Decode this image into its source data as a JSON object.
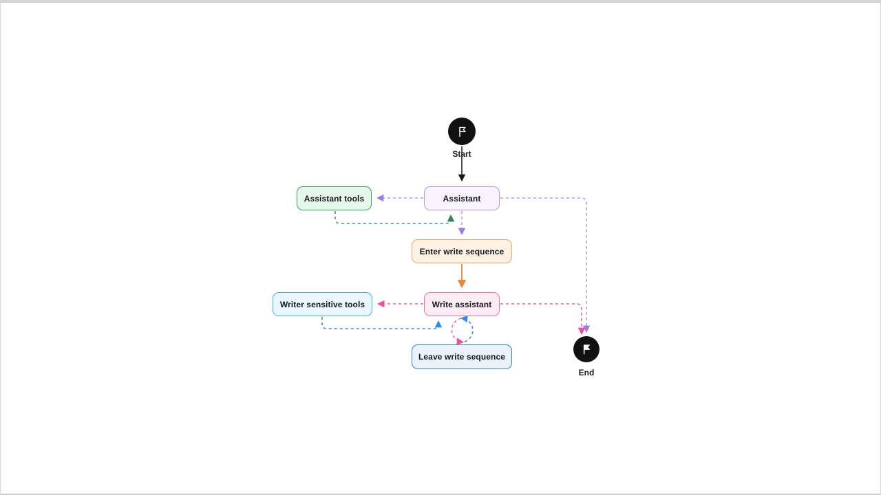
{
  "diagram": {
    "type": "flowchart",
    "nodes": {
      "start": {
        "label": "Start",
        "shape": "circle-flag",
        "color": "#111111"
      },
      "assistant": {
        "label": "Assistant",
        "shape": "rounded-rect",
        "border_color": "#b794f4",
        "fill_color": "#f8f4fe"
      },
      "assistant_tools": {
        "label": "Assistant tools",
        "shape": "rounded-rect",
        "border_color": "#3f9e5a",
        "fill_color": "#e5f7eb"
      },
      "enter_write_sequence": {
        "label": "Enter write sequence",
        "shape": "rounded-rect",
        "border_color": "#f2a45f",
        "fill_color": "#fdf2e4"
      },
      "write_assistant": {
        "label": "Write assistant",
        "shape": "rounded-rect",
        "border_color": "#ef6da0",
        "fill_color": "#fdecf3"
      },
      "writer_sensitive_tools": {
        "label": "Writer sensitive tools",
        "shape": "rounded-rect",
        "border_color": "#41aee8",
        "fill_color": "#e9f6fe"
      },
      "leave_write_sequence": {
        "label": "Leave write sequence",
        "shape": "rounded-rect",
        "border_color": "#3b7dd8",
        "fill_color": "#eaf2fc"
      },
      "end": {
        "label": "End",
        "shape": "circle-flag",
        "color": "#111111"
      }
    },
    "edges": [
      {
        "from": "start",
        "to": "assistant",
        "style": "solid",
        "color": "#1a1a1a"
      },
      {
        "from": "assistant",
        "to": "assistant_tools",
        "style": "dashed",
        "color": "#b794f4"
      },
      {
        "from": "assistant_tools",
        "to": "assistant",
        "style": "dashed",
        "color": "#38a169"
      },
      {
        "from": "assistant",
        "to": "enter_write_sequence",
        "style": "dashed",
        "color": "#b794f4"
      },
      {
        "from": "enter_write_sequence",
        "to": "write_assistant",
        "style": "solid",
        "color": "#ed8936"
      },
      {
        "from": "write_assistant",
        "to": "writer_sensitive_tools",
        "style": "dashed",
        "color": "#ee5f99"
      },
      {
        "from": "writer_sensitive_tools",
        "to": "write_assistant",
        "style": "dashed",
        "color": "#2f8df5"
      },
      {
        "from": "write_assistant",
        "to": "leave_write_sequence",
        "style": "dashed-arc",
        "color": "#ee5f99"
      },
      {
        "from": "leave_write_sequence",
        "to": "write_assistant",
        "style": "dashed-arc",
        "color": "#2f8df5"
      },
      {
        "from": "assistant",
        "to": "end",
        "style": "dashed",
        "color": "#b794f4"
      },
      {
        "from": "write_assistant",
        "to": "end",
        "style": "dashed",
        "color": "#ee5f99"
      }
    ]
  }
}
